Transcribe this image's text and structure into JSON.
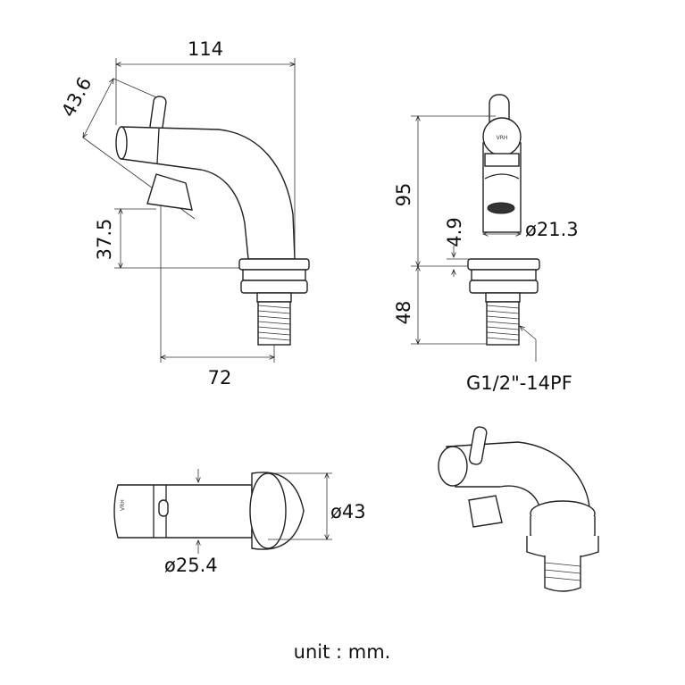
{
  "side_view": {
    "width_total": "114",
    "handle_angle_len": "43.6",
    "outlet_height": "37.5",
    "reach": "72"
  },
  "front_view": {
    "height": "95",
    "offset": "4.9",
    "spout_diameter": "ø21.3",
    "shank_length": "48",
    "thread": "G1/2\"-14PF"
  },
  "top_view": {
    "flange_diameter": "ø43",
    "body_diameter": "ø25.4"
  },
  "logo_text": "VRH",
  "unit_label": "unit : mm."
}
